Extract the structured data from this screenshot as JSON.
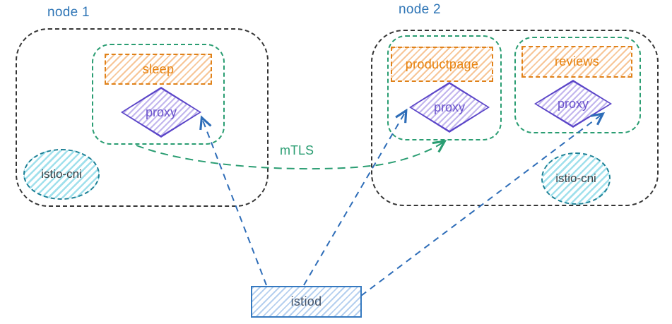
{
  "node1": {
    "label": "node 1",
    "pod": {
      "workload": "sleep",
      "proxy": "proxy"
    },
    "cni": "istio-cni"
  },
  "node2": {
    "label": "node 2",
    "pods": [
      {
        "workload": "productpage",
        "proxy": "proxy"
      },
      {
        "workload": "reviews",
        "proxy": "proxy"
      }
    ],
    "cni": "istio-cni"
  },
  "istiod": {
    "label": "istiod"
  },
  "edges": {
    "mtls_label": "mTLS",
    "connections": [
      {
        "from": "istiod",
        "to": "node1 sleep-pod proxy",
        "style": "dashed-arrow",
        "color": "#2e6db8"
      },
      {
        "from": "istiod",
        "to": "node2 productpage-pod proxy",
        "style": "dashed-arrow",
        "color": "#2e6db8"
      },
      {
        "from": "istiod",
        "to": "node2 reviews-pod proxy",
        "style": "dashed-arrow",
        "color": "#2e6db8"
      },
      {
        "from": "node1 sleep-pod proxy",
        "to": "node2 productpage-pod proxy",
        "style": "dashed-arrow",
        "color": "#2a9d72",
        "label": "mTLS"
      }
    ]
  },
  "colors": {
    "node_border": "#353535",
    "node_label_blue": "#2e75b6",
    "pod_border_green": "#2a9d72",
    "workload_orange": "#e8830f",
    "proxy_purple": "#5b45c8",
    "cni_teal": "#1d8095",
    "istiod_blue": "#3579c0",
    "mtls_green": "#2a9d72",
    "arrow_blue": "#2e6db8"
  }
}
